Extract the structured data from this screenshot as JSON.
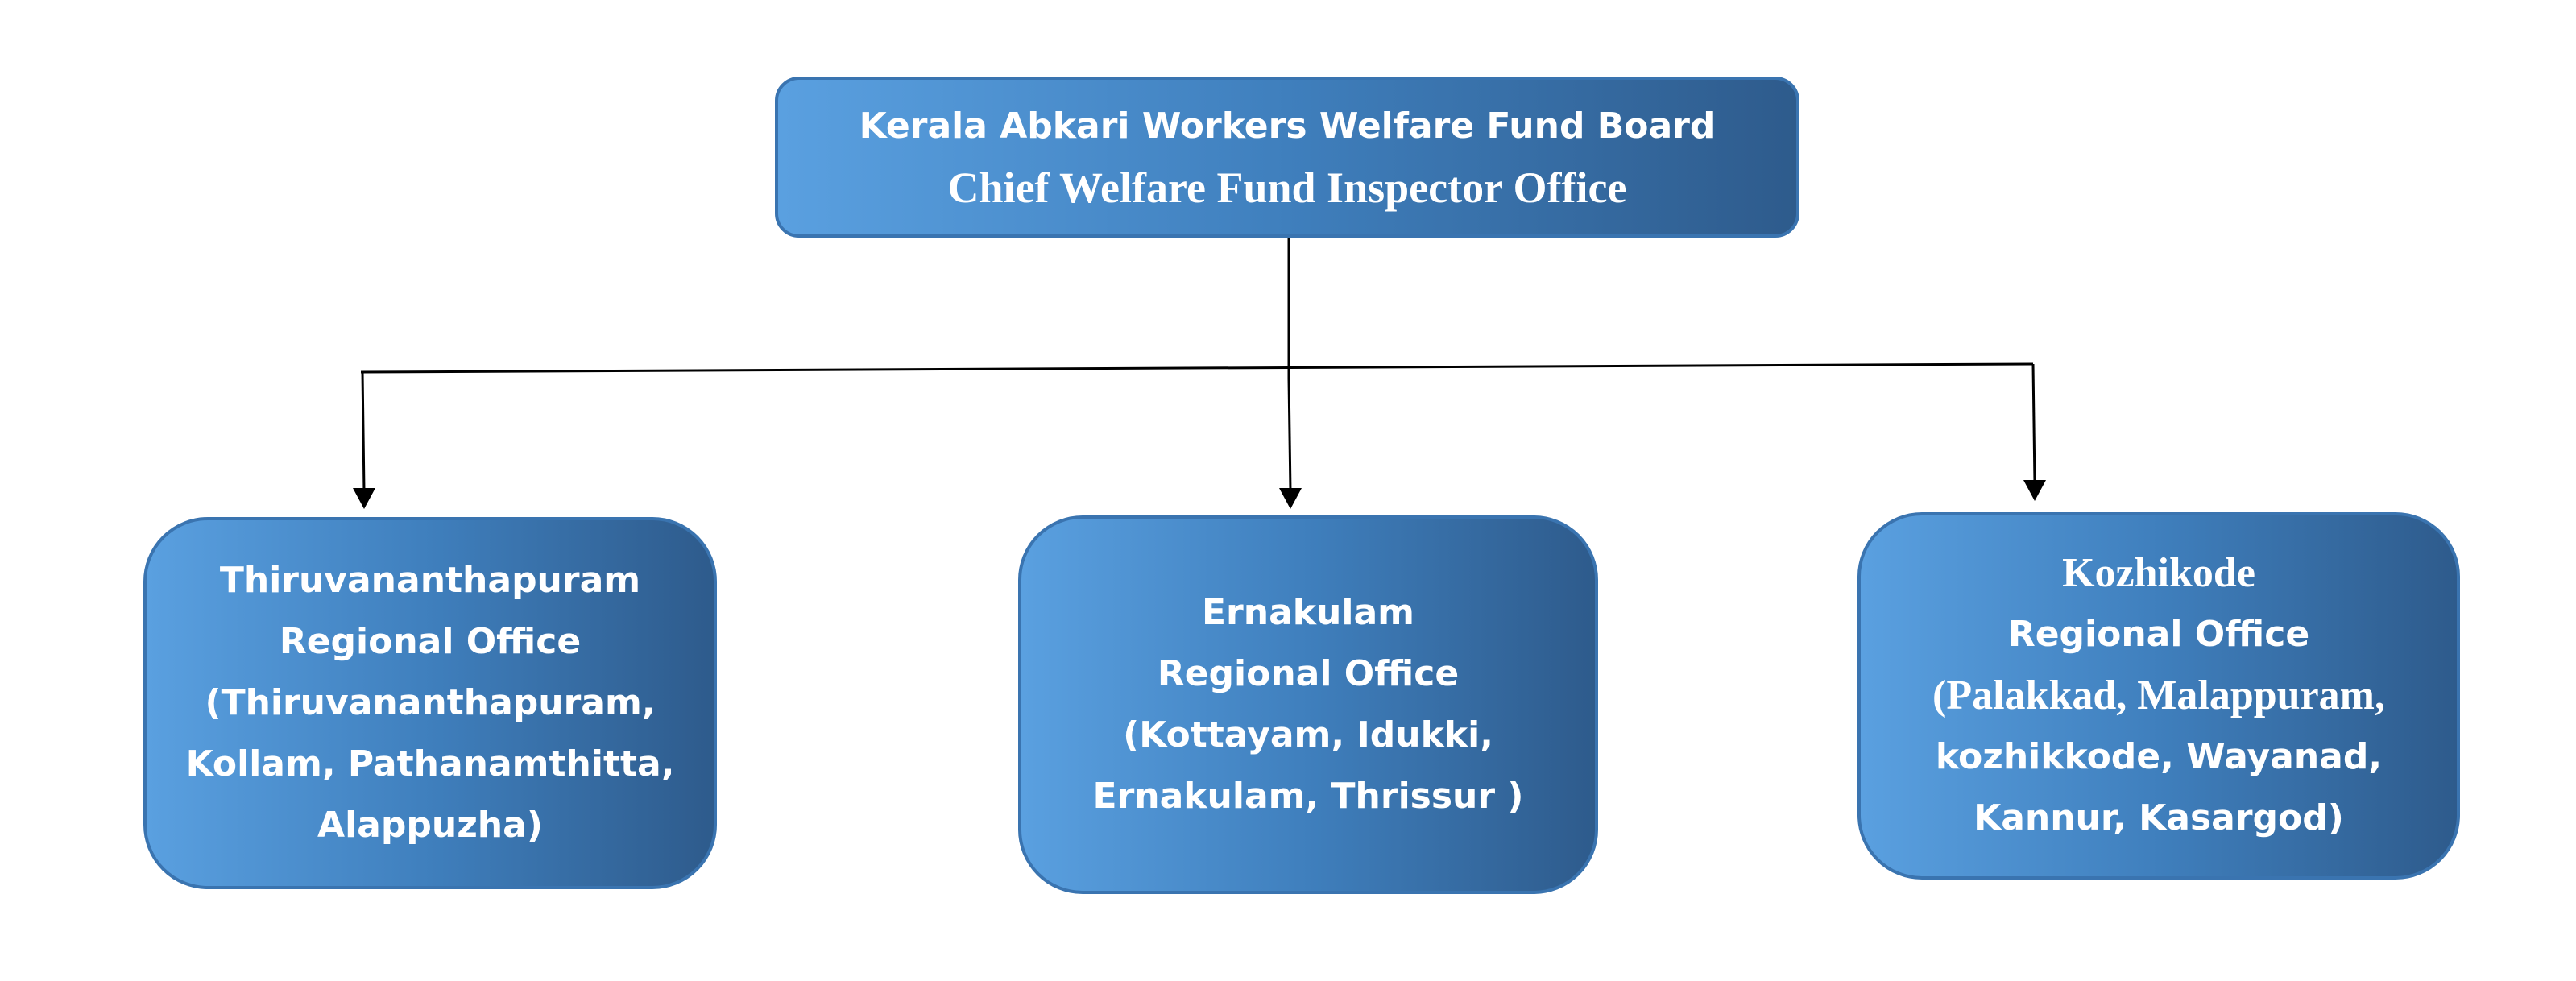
{
  "head_office": {
    "line1": "Kerala Abkari Workers Welfare Fund Board",
    "line2": "Chief Welfare Fund Inspector Office"
  },
  "regional_offices": [
    {
      "lines": [
        "Thiruvananthapuram",
        "Regional Office",
        "(Thiruvananthapuram,",
        "Kollam, Pathanamthitta,",
        "Alappuzha)"
      ]
    },
    {
      "lines": [
        "Ernakulam",
        "Regional Office",
        "(Kottayam, Idukki,",
        "Ernakulam, Thrissur )"
      ]
    },
    {
      "lines": [
        "Kozhikode",
        "Regional Office",
        "(Palakkad, Malappuram,",
        "kozhikkode, Wayanad,",
        "Kannur, Kasargod)"
      ]
    }
  ],
  "colors": {
    "box_light": "#5aa0e0",
    "box_dark": "#2e5b8c",
    "border": "#3a74b0",
    "connector": "#000000",
    "text": "#ffffff"
  }
}
